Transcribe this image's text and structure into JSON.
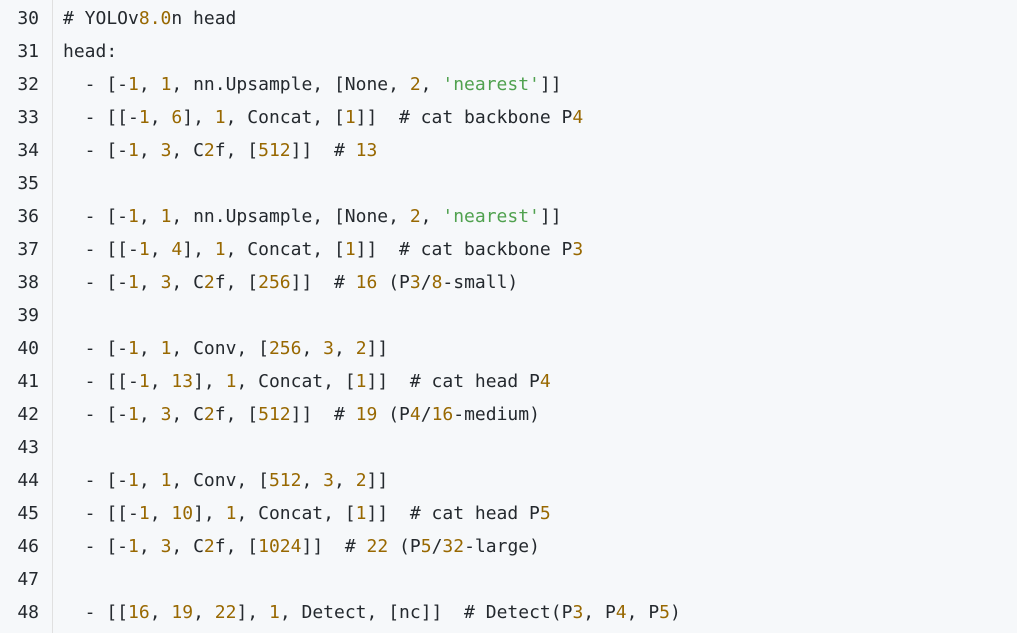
{
  "editor": {
    "lines": [
      {
        "number": "30",
        "tokens": [
          {
            "t": "# YOLOv",
            "k": "txt"
          },
          {
            "t": "8.0",
            "k": "num"
          },
          {
            "t": "n head",
            "k": "txt"
          }
        ]
      },
      {
        "number": "31",
        "tokens": [
          {
            "t": "head:",
            "k": "txt"
          }
        ]
      },
      {
        "number": "32",
        "tokens": [
          {
            "t": "  - [-",
            "k": "txt"
          },
          {
            "t": "1",
            "k": "num"
          },
          {
            "t": ", ",
            "k": "txt"
          },
          {
            "t": "1",
            "k": "num"
          },
          {
            "t": ", nn.Upsample, [None, ",
            "k": "txt"
          },
          {
            "t": "2",
            "k": "num"
          },
          {
            "t": ", ",
            "k": "txt"
          },
          {
            "t": "'nearest'",
            "k": "str"
          },
          {
            "t": "]]",
            "k": "txt"
          }
        ]
      },
      {
        "number": "33",
        "tokens": [
          {
            "t": "  - [[-",
            "k": "txt"
          },
          {
            "t": "1",
            "k": "num"
          },
          {
            "t": ", ",
            "k": "txt"
          },
          {
            "t": "6",
            "k": "num"
          },
          {
            "t": "], ",
            "k": "txt"
          },
          {
            "t": "1",
            "k": "num"
          },
          {
            "t": ", Concat, [",
            "k": "txt"
          },
          {
            "t": "1",
            "k": "num"
          },
          {
            "t": "]]  # cat backbone P",
            "k": "txt"
          },
          {
            "t": "4",
            "k": "num"
          }
        ]
      },
      {
        "number": "34",
        "tokens": [
          {
            "t": "  - [-",
            "k": "txt"
          },
          {
            "t": "1",
            "k": "num"
          },
          {
            "t": ", ",
            "k": "txt"
          },
          {
            "t": "3",
            "k": "num"
          },
          {
            "t": ", C",
            "k": "txt"
          },
          {
            "t": "2",
            "k": "num"
          },
          {
            "t": "f, [",
            "k": "txt"
          },
          {
            "t": "512",
            "k": "num"
          },
          {
            "t": "]]  # ",
            "k": "txt"
          },
          {
            "t": "13",
            "k": "num"
          }
        ]
      },
      {
        "number": "35",
        "tokens": []
      },
      {
        "number": "36",
        "tokens": [
          {
            "t": "  - [-",
            "k": "txt"
          },
          {
            "t": "1",
            "k": "num"
          },
          {
            "t": ", ",
            "k": "txt"
          },
          {
            "t": "1",
            "k": "num"
          },
          {
            "t": ", nn.Upsample, [None, ",
            "k": "txt"
          },
          {
            "t": "2",
            "k": "num"
          },
          {
            "t": ", ",
            "k": "txt"
          },
          {
            "t": "'nearest'",
            "k": "str"
          },
          {
            "t": "]]",
            "k": "txt"
          }
        ]
      },
      {
        "number": "37",
        "tokens": [
          {
            "t": "  - [[-",
            "k": "txt"
          },
          {
            "t": "1",
            "k": "num"
          },
          {
            "t": ", ",
            "k": "txt"
          },
          {
            "t": "4",
            "k": "num"
          },
          {
            "t": "], ",
            "k": "txt"
          },
          {
            "t": "1",
            "k": "num"
          },
          {
            "t": ", Concat, [",
            "k": "txt"
          },
          {
            "t": "1",
            "k": "num"
          },
          {
            "t": "]]  # cat backbone P",
            "k": "txt"
          },
          {
            "t": "3",
            "k": "num"
          }
        ]
      },
      {
        "number": "38",
        "tokens": [
          {
            "t": "  - [-",
            "k": "txt"
          },
          {
            "t": "1",
            "k": "num"
          },
          {
            "t": ", ",
            "k": "txt"
          },
          {
            "t": "3",
            "k": "num"
          },
          {
            "t": ", C",
            "k": "txt"
          },
          {
            "t": "2",
            "k": "num"
          },
          {
            "t": "f, [",
            "k": "txt"
          },
          {
            "t": "256",
            "k": "num"
          },
          {
            "t": "]]  # ",
            "k": "txt"
          },
          {
            "t": "16",
            "k": "num"
          },
          {
            "t": " (P",
            "k": "txt"
          },
          {
            "t": "3",
            "k": "num"
          },
          {
            "t": "/",
            "k": "txt"
          },
          {
            "t": "8",
            "k": "num"
          },
          {
            "t": "-small)",
            "k": "txt"
          }
        ]
      },
      {
        "number": "39",
        "tokens": []
      },
      {
        "number": "40",
        "tokens": [
          {
            "t": "  - [-",
            "k": "txt"
          },
          {
            "t": "1",
            "k": "num"
          },
          {
            "t": ", ",
            "k": "txt"
          },
          {
            "t": "1",
            "k": "num"
          },
          {
            "t": ", Conv, [",
            "k": "txt"
          },
          {
            "t": "256",
            "k": "num"
          },
          {
            "t": ", ",
            "k": "txt"
          },
          {
            "t": "3",
            "k": "num"
          },
          {
            "t": ", ",
            "k": "txt"
          },
          {
            "t": "2",
            "k": "num"
          },
          {
            "t": "]]",
            "k": "txt"
          }
        ]
      },
      {
        "number": "41",
        "tokens": [
          {
            "t": "  - [[-",
            "k": "txt"
          },
          {
            "t": "1",
            "k": "num"
          },
          {
            "t": ", ",
            "k": "txt"
          },
          {
            "t": "13",
            "k": "num"
          },
          {
            "t": "], ",
            "k": "txt"
          },
          {
            "t": "1",
            "k": "num"
          },
          {
            "t": ", Concat, [",
            "k": "txt"
          },
          {
            "t": "1",
            "k": "num"
          },
          {
            "t": "]]  # cat head P",
            "k": "txt"
          },
          {
            "t": "4",
            "k": "num"
          }
        ]
      },
      {
        "number": "42",
        "tokens": [
          {
            "t": "  - [-",
            "k": "txt"
          },
          {
            "t": "1",
            "k": "num"
          },
          {
            "t": ", ",
            "k": "txt"
          },
          {
            "t": "3",
            "k": "num"
          },
          {
            "t": ", C",
            "k": "txt"
          },
          {
            "t": "2",
            "k": "num"
          },
          {
            "t": "f, [",
            "k": "txt"
          },
          {
            "t": "512",
            "k": "num"
          },
          {
            "t": "]]  # ",
            "k": "txt"
          },
          {
            "t": "19",
            "k": "num"
          },
          {
            "t": " (P",
            "k": "txt"
          },
          {
            "t": "4",
            "k": "num"
          },
          {
            "t": "/",
            "k": "txt"
          },
          {
            "t": "16",
            "k": "num"
          },
          {
            "t": "-medium)",
            "k": "txt"
          }
        ]
      },
      {
        "number": "43",
        "tokens": []
      },
      {
        "number": "44",
        "tokens": [
          {
            "t": "  - [-",
            "k": "txt"
          },
          {
            "t": "1",
            "k": "num"
          },
          {
            "t": ", ",
            "k": "txt"
          },
          {
            "t": "1",
            "k": "num"
          },
          {
            "t": ", Conv, [",
            "k": "txt"
          },
          {
            "t": "512",
            "k": "num"
          },
          {
            "t": ", ",
            "k": "txt"
          },
          {
            "t": "3",
            "k": "num"
          },
          {
            "t": ", ",
            "k": "txt"
          },
          {
            "t": "2",
            "k": "num"
          },
          {
            "t": "]]",
            "k": "txt"
          }
        ]
      },
      {
        "number": "45",
        "tokens": [
          {
            "t": "  - [[-",
            "k": "txt"
          },
          {
            "t": "1",
            "k": "num"
          },
          {
            "t": ", ",
            "k": "txt"
          },
          {
            "t": "10",
            "k": "num"
          },
          {
            "t": "], ",
            "k": "txt"
          },
          {
            "t": "1",
            "k": "num"
          },
          {
            "t": ", Concat, [",
            "k": "txt"
          },
          {
            "t": "1",
            "k": "num"
          },
          {
            "t": "]]  # cat head P",
            "k": "txt"
          },
          {
            "t": "5",
            "k": "num"
          }
        ]
      },
      {
        "number": "46",
        "tokens": [
          {
            "t": "  - [-",
            "k": "txt"
          },
          {
            "t": "1",
            "k": "num"
          },
          {
            "t": ", ",
            "k": "txt"
          },
          {
            "t": "3",
            "k": "num"
          },
          {
            "t": ", C",
            "k": "txt"
          },
          {
            "t": "2",
            "k": "num"
          },
          {
            "t": "f, [",
            "k": "txt"
          },
          {
            "t": "1024",
            "k": "num"
          },
          {
            "t": "]]  # ",
            "k": "txt"
          },
          {
            "t": "22",
            "k": "num"
          },
          {
            "t": " (P",
            "k": "txt"
          },
          {
            "t": "5",
            "k": "num"
          },
          {
            "t": "/",
            "k": "txt"
          },
          {
            "t": "32",
            "k": "num"
          },
          {
            "t": "-large)",
            "k": "txt"
          }
        ]
      },
      {
        "number": "47",
        "tokens": []
      },
      {
        "number": "48",
        "tokens": [
          {
            "t": "  - [[",
            "k": "txt"
          },
          {
            "t": "16",
            "k": "num"
          },
          {
            "t": ", ",
            "k": "txt"
          },
          {
            "t": "19",
            "k": "num"
          },
          {
            "t": ", ",
            "k": "txt"
          },
          {
            "t": "22",
            "k": "num"
          },
          {
            "t": "], ",
            "k": "txt"
          },
          {
            "t": "1",
            "k": "num"
          },
          {
            "t": ", Detect, [nc]]  # Detect(P",
            "k": "txt"
          },
          {
            "t": "3",
            "k": "num"
          },
          {
            "t": ", P",
            "k": "txt"
          },
          {
            "t": "4",
            "k": "num"
          },
          {
            "t": ", P",
            "k": "txt"
          },
          {
            "t": "5",
            "k": "num"
          },
          {
            "t": ")",
            "k": "txt"
          }
        ]
      }
    ]
  },
  "colors": {
    "background": "#f6f8fa",
    "text": "#24292e",
    "number": "#986801",
    "string": "#50a14f",
    "gutter_border": "#e0e0e0"
  }
}
